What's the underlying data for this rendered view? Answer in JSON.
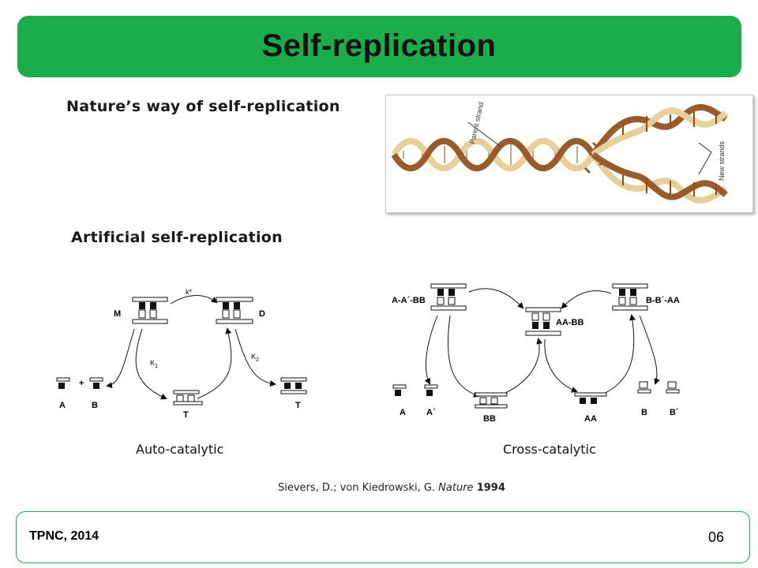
{
  "slide": {
    "title": "Self-replication",
    "nature_heading": "Nature’s way of self-replication",
    "artificial_heading": "Artificial self-replication",
    "dna_image": {
      "parent_strand_label": "Parent strand",
      "new_strands_label": "New strands"
    },
    "auto_diagram": {
      "caption": "Auto-catalytic",
      "labels": {
        "m": "M",
        "d": "D",
        "k_star": "k*",
        "k1": "K",
        "k1_sub": "1",
        "k2": "K",
        "k2_sub": "2",
        "a": "A",
        "plus": "+",
        "b": "B",
        "t_bottom": "T",
        "t_right": "T"
      }
    },
    "cross_diagram": {
      "caption": "Cross-catalytic",
      "labels": {
        "aa_bb_left": "A-A´-BB",
        "bb_aa_right": "B-B´-AA",
        "aa_bb_center": "AA-BB",
        "a": "A",
        "a_prime": "A´",
        "bb": "BB",
        "aa": "AA",
        "b": "B",
        "b_prime": "B´"
      }
    },
    "citation": {
      "authors": "Sievers, D.; von Kiedrowski, G. ",
      "journal": "Nature",
      "year": "1994"
    },
    "footer": {
      "left": "TPNC, 2014",
      "page": "06"
    }
  },
  "colors": {
    "banner": "#1bad4b",
    "dna_dark": "#9a5b2a",
    "dna_light": "#e7cf99"
  }
}
